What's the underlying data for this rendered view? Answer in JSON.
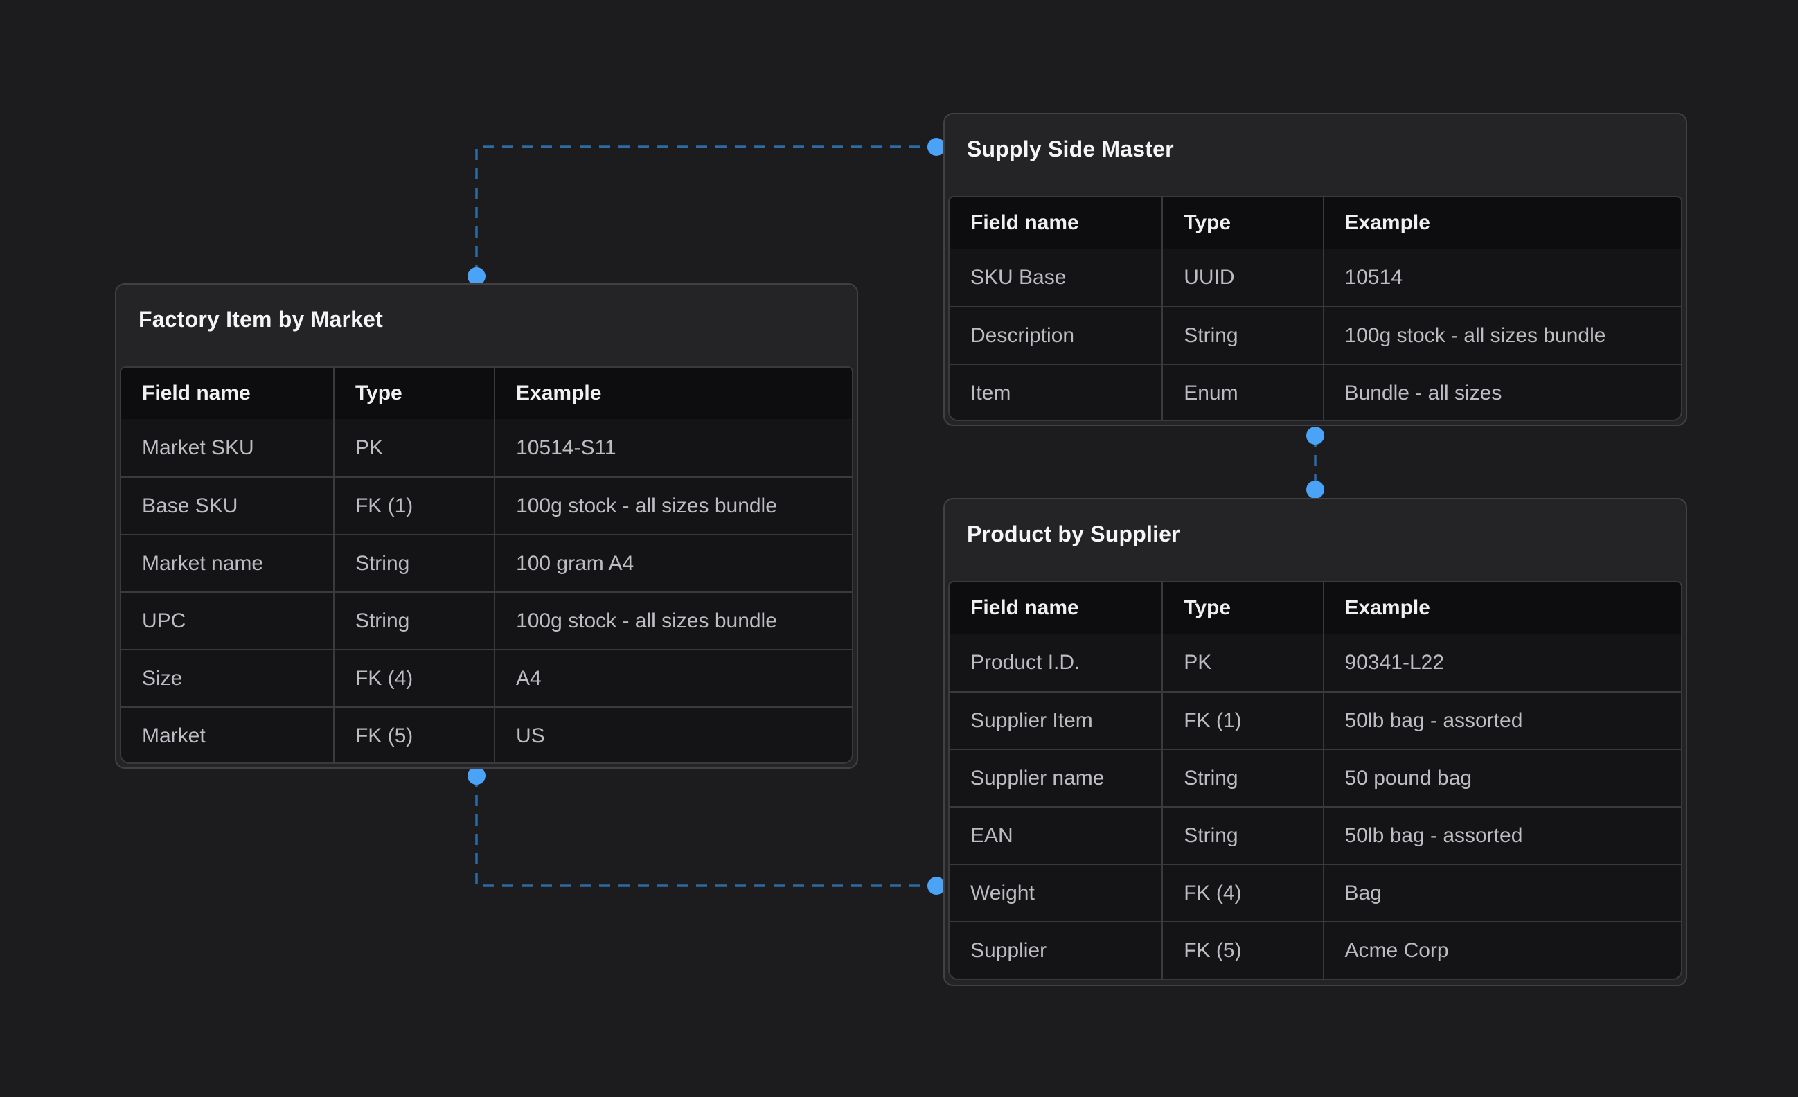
{
  "colors": {
    "page-bg": "#1c1c1e",
    "card-bg": "#242427",
    "card-border": "#414144",
    "table-line": "#3a3a3e",
    "header-cell-bg": "#0d0d0f",
    "cell-bg": "#141417",
    "title-text": "#f5f5f7",
    "header-text": "#f0f0f2",
    "cell-text": "#bcbcc2",
    "connector-line": "#2d6ba3",
    "connector-dot": "#4aa3f7"
  },
  "diagram": {
    "nodes": [
      {
        "id": "factory-item-by-market",
        "title": "Factory Item by Market",
        "columns": [
          "Field name",
          "Type",
          "Example"
        ],
        "rows": [
          {
            "field": "Market SKU",
            "type": "PK",
            "example": "10514-S11"
          },
          {
            "field": "Base SKU",
            "type": "FK (1)",
            "example": "100g stock - all sizes bundle"
          },
          {
            "field": "Market name",
            "type": "String",
            "example": "100 gram A4"
          },
          {
            "field": "UPC",
            "type": "String",
            "example": "100g stock - all sizes bundle"
          },
          {
            "field": "Size",
            "type": "FK (4)",
            "example": "A4"
          },
          {
            "field": "Market",
            "type": "FK (5)",
            "example": "US"
          }
        ]
      },
      {
        "id": "supply-side-master",
        "title": "Supply Side Master",
        "columns": [
          "Field name",
          "Type",
          "Example"
        ],
        "rows": [
          {
            "field": "SKU Base",
            "type": "UUID",
            "example": "10514"
          },
          {
            "field": "Description",
            "type": "String",
            "example": "100g stock - all sizes bundle"
          },
          {
            "field": "Item",
            "type": "Enum",
            "example": "Bundle - all sizes"
          }
        ]
      },
      {
        "id": "product-by-supplier",
        "title": "Product by Supplier",
        "columns": [
          "Field name",
          "Type",
          "Example"
        ],
        "rows": [
          {
            "field": "Product I.D.",
            "type": "PK",
            "example": "90341-L22"
          },
          {
            "field": "Supplier Item",
            "type": "FK (1)",
            "example": "50lb bag - assorted"
          },
          {
            "field": "Supplier name",
            "type": "String",
            "example": "50 pound bag"
          },
          {
            "field": "EAN",
            "type": "String",
            "example": "50lb bag - assorted"
          },
          {
            "field": "Weight",
            "type": "FK (4)",
            "example": "Bag"
          },
          {
            "field": "Supplier",
            "type": "FK (5)",
            "example": "Acme Corp"
          }
        ]
      }
    ],
    "edges": [
      {
        "from": "factory-item-by-market",
        "to": "supply-side-master",
        "style": "dashed"
      },
      {
        "from": "supply-side-master",
        "to": "product-by-supplier",
        "style": "dashed"
      },
      {
        "from": "factory-item-by-market",
        "to": "product-by-supplier",
        "style": "dashed"
      }
    ]
  }
}
